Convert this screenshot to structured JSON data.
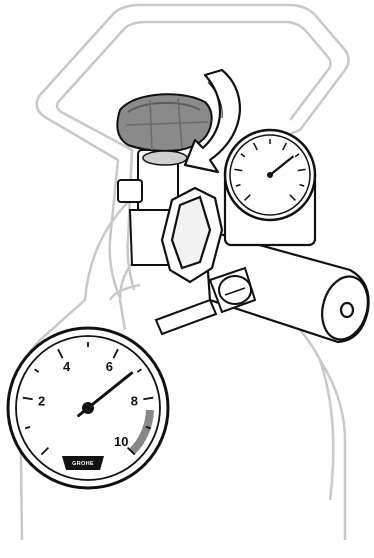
{
  "scene": {
    "subject": "co2-cylinder-with-pressure-regulator",
    "outline_color": "#c8c8c8",
    "ink_color": "#111111",
    "valve_knob_color": "#8a8a8a",
    "arrow_fill": "#ffffff"
  },
  "gauge_large": {
    "ticks": [
      "2",
      "4",
      "6",
      "8",
      "10"
    ],
    "brand": "GROHE",
    "needle_value": 6.9,
    "dial_min": 0,
    "dial_max": 10,
    "red_zone_start": 8.4
  },
  "gauge_small": {
    "needle_value": 6.9
  },
  "icons": {
    "rotation_arrow": "clockwise-arrow-icon",
    "valve_knob": "hand-wheel-icon"
  }
}
